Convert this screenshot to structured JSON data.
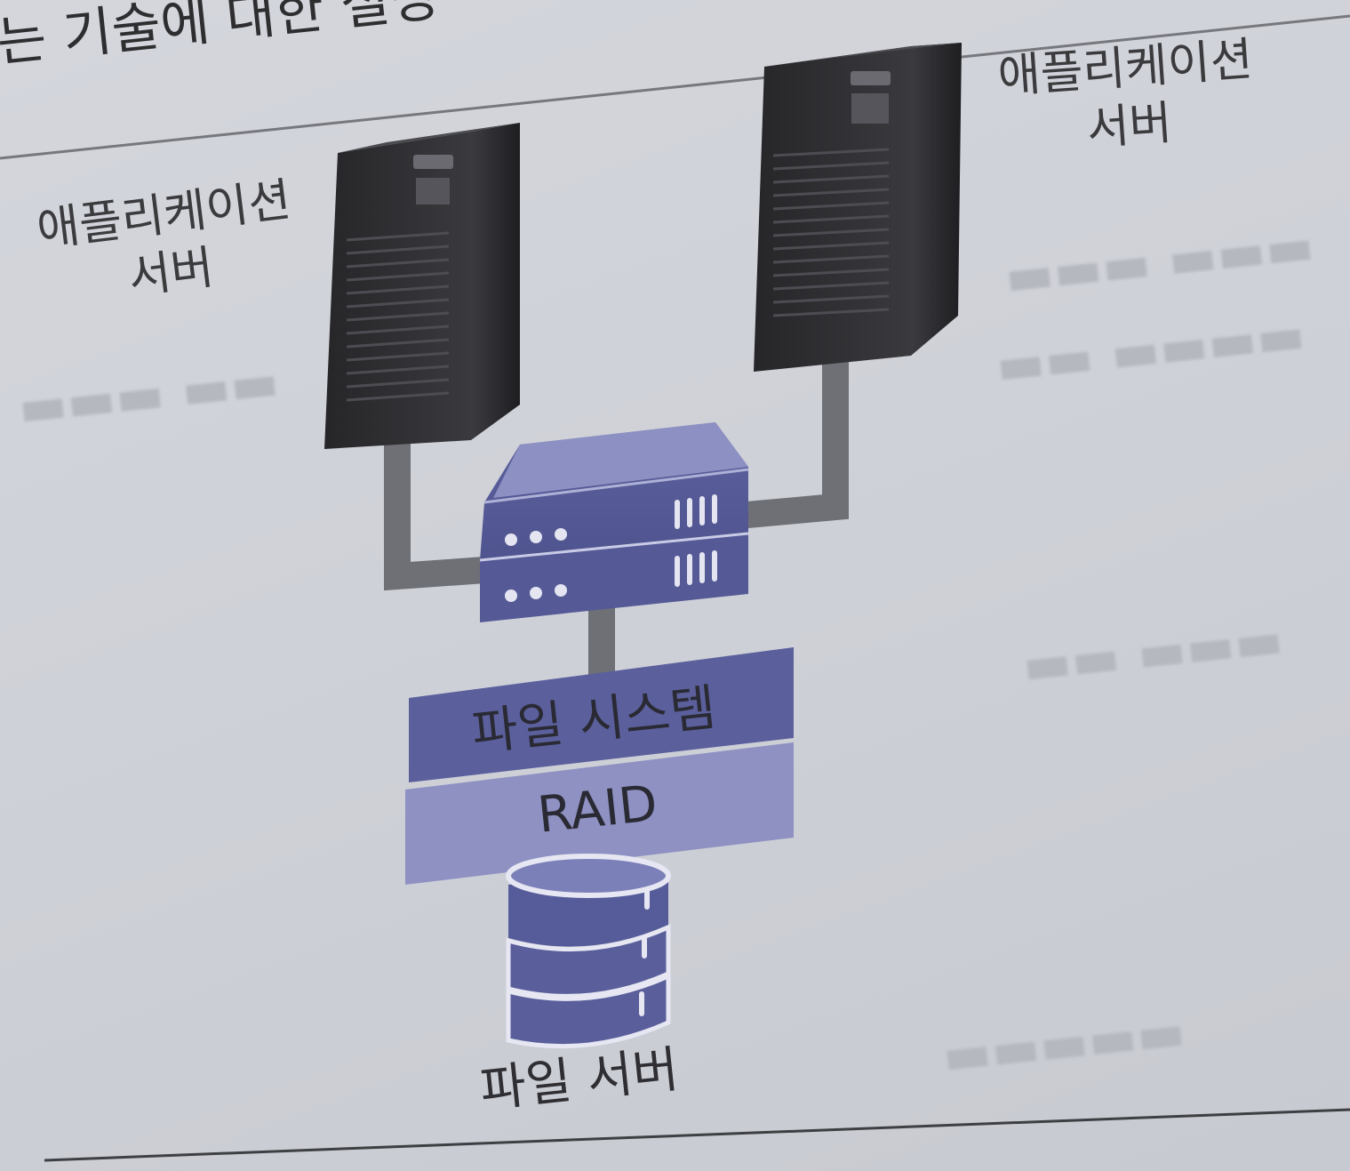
{
  "header_text": "는 기술에 대한 설명",
  "app_server_left": {
    "line1": "애플리케이션",
    "line2": "서버"
  },
  "app_server_right": {
    "line1": "애플리케이션",
    "line2": "서버"
  },
  "file_system_label": "파일 시스템",
  "raid_label": "RAID",
  "file_server_label": "파일 서버",
  "colors": {
    "server_dark": "#2b2b2e",
    "device_blue": "#5a5f9a",
    "device_blue_light": "#8d90c2",
    "cable_gray": "#6e7076",
    "paper": "#d2d4da"
  }
}
